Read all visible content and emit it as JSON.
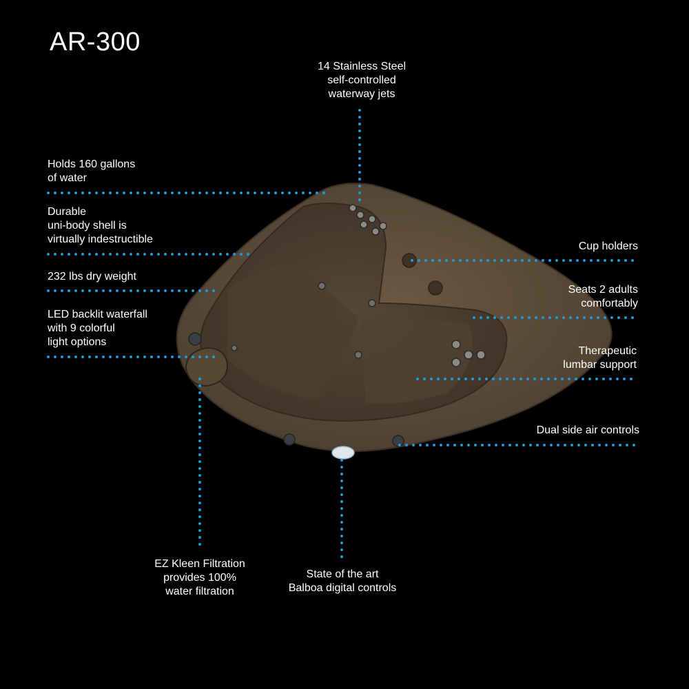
{
  "title": "AR-300",
  "colors": {
    "background": "#000000",
    "leader_line": "#1e9bd7",
    "tub_shell": "#5a4a38",
    "tub_interior": "#4a3d2e",
    "text": "#ffffff"
  },
  "callouts": {
    "jets": "14 Stainless Steel\nself-controlled\nwaterway jets",
    "gallons": "Holds 160 gallons\nof water",
    "shell": "Durable\nuni-body shell is\nvirtually indestructible",
    "weight": "232 lbs dry weight",
    "led": "LED backlit waterfall\nwith 9 colorful\nlight options",
    "cupholders": "Cup holders",
    "seats": "Seats 2 adults\ncomfortably",
    "lumbar": "Therapeutic\nlumbar support",
    "air_controls": "Dual side air controls",
    "filtration": "EZ Kleen Filtration\nprovides 100%\nwater filtration",
    "digital_controls": "State of the art\nBalboa digital controls"
  }
}
